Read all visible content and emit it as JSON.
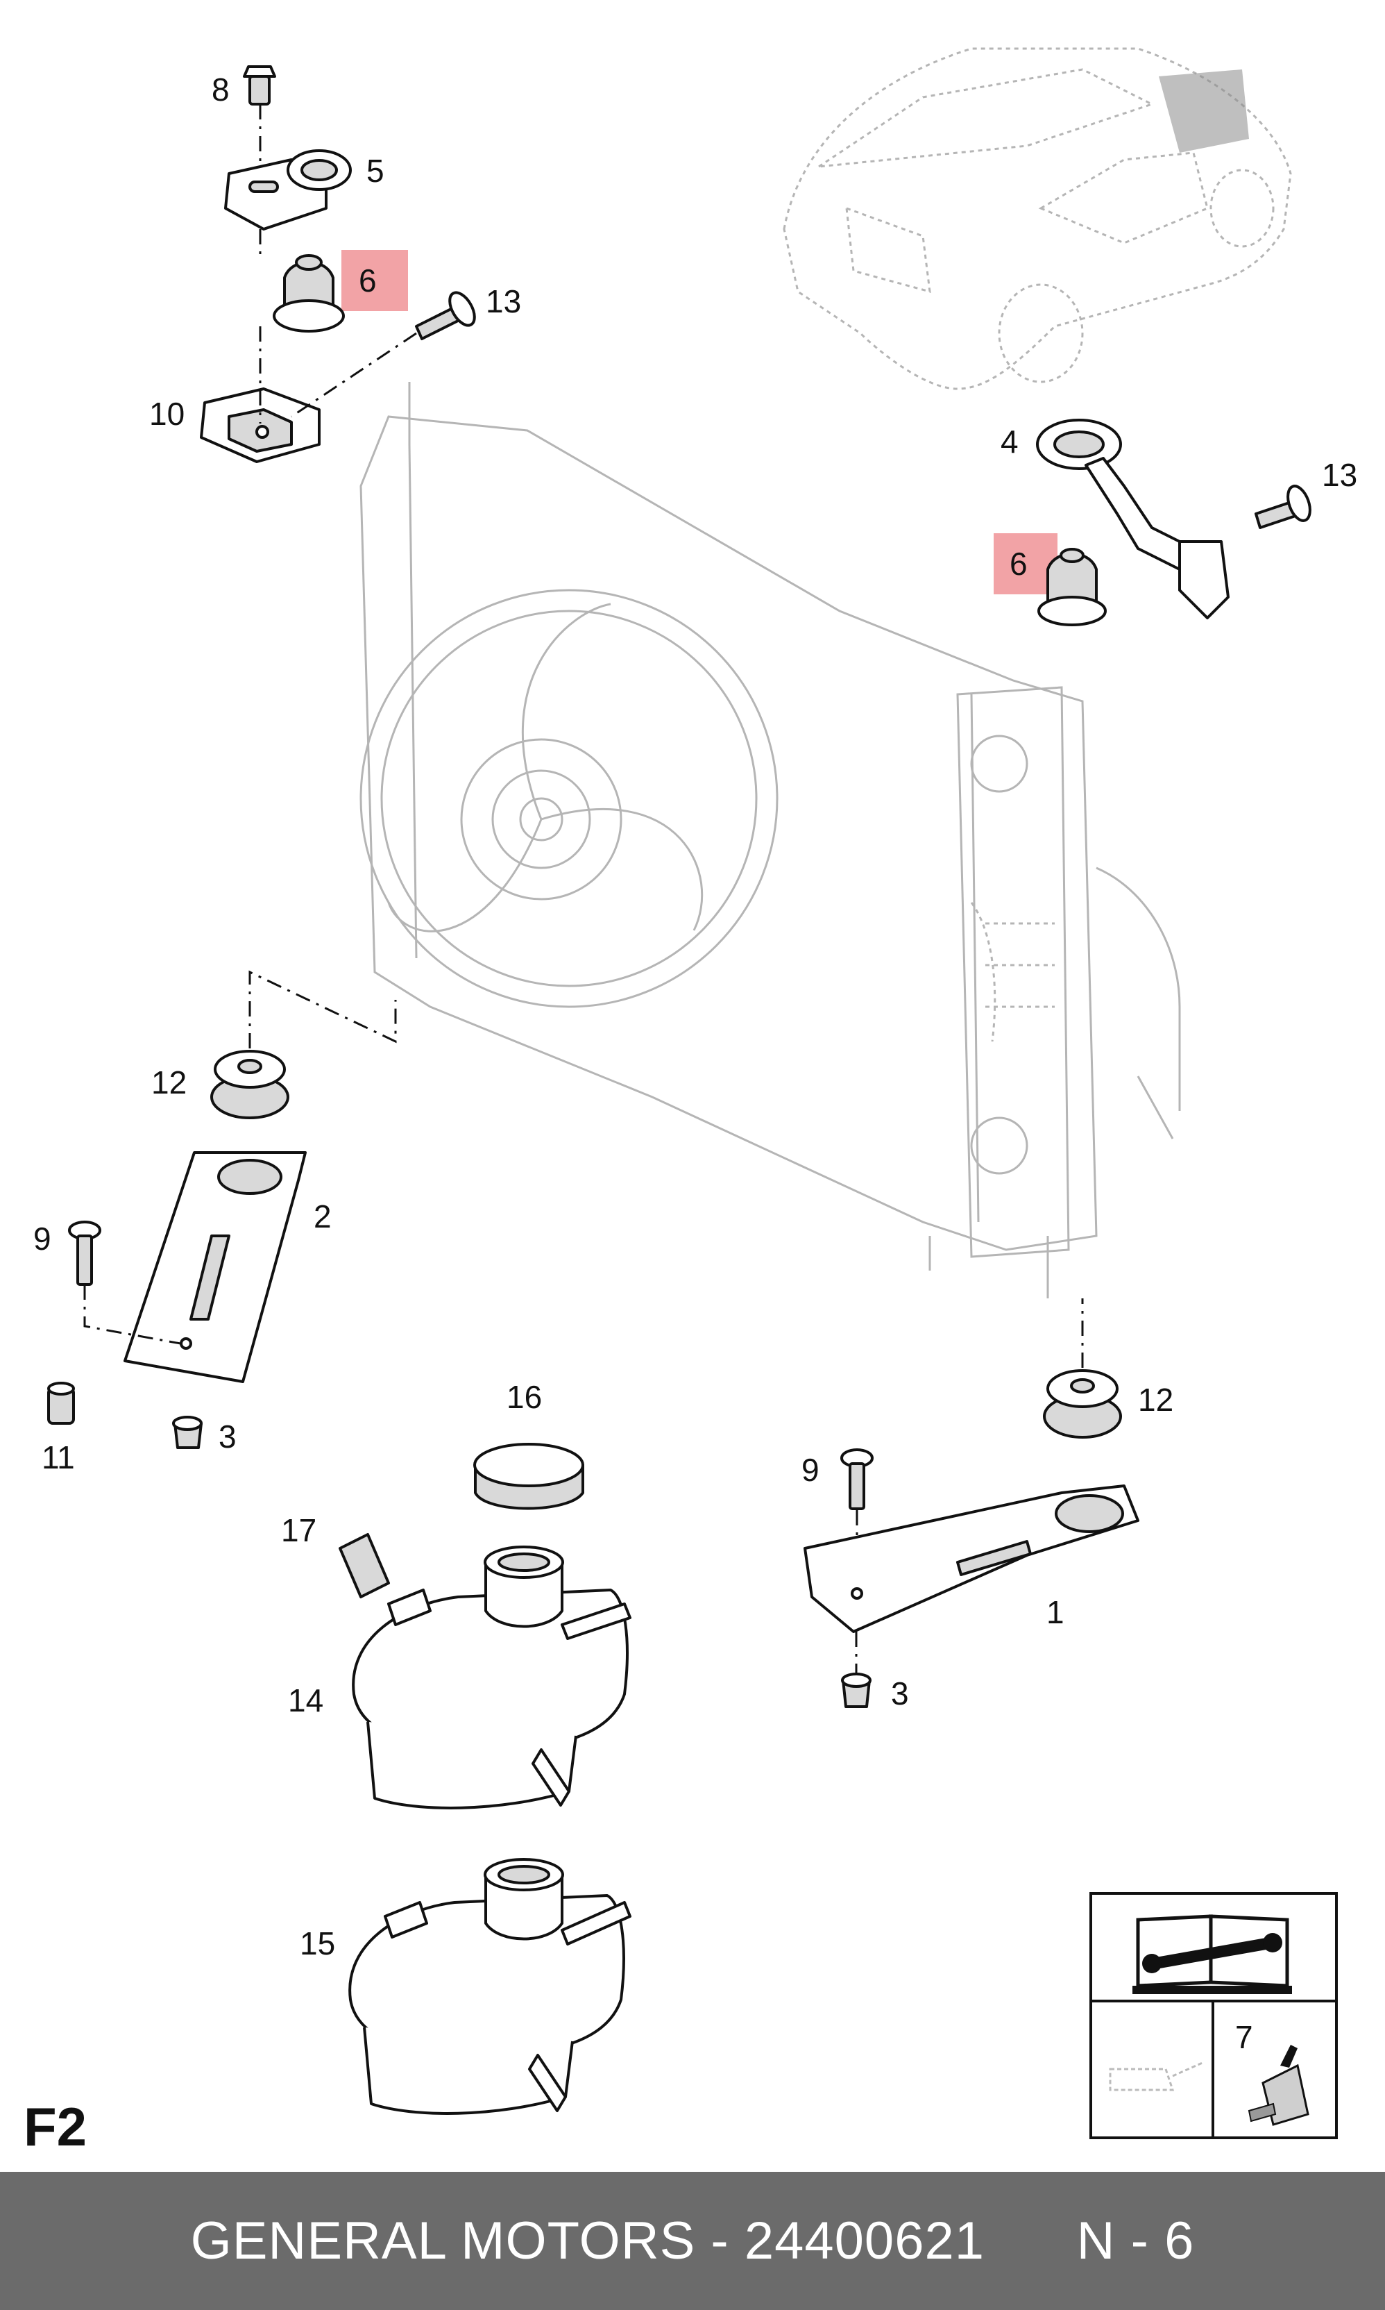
{
  "section_label": "F2",
  "footer": {
    "text": "GENERAL MOTORS - 24400621      N - 6",
    "background_color": "#6b6b6b",
    "text_color": "#ffffff"
  },
  "highlight_color": "#f2a3a6",
  "callouts": {
    "c8": "8",
    "c5": "5",
    "c6a": "6",
    "c13a": "13",
    "c10": "10",
    "c4": "4",
    "c13b": "13",
    "c6b": "6",
    "c12a": "12",
    "c2": "2",
    "c9a": "9",
    "c11": "11",
    "c3a": "3",
    "c12b": "12",
    "c16": "16",
    "c9b": "9",
    "c1": "1",
    "c3b": "3",
    "c17": "17",
    "c14": "14",
    "c15": "15",
    "c7": "7"
  },
  "legend": {
    "icons": [
      "workshop-manual-icon",
      "oil-can-icon",
      "sealant-tube-icon"
    ]
  }
}
